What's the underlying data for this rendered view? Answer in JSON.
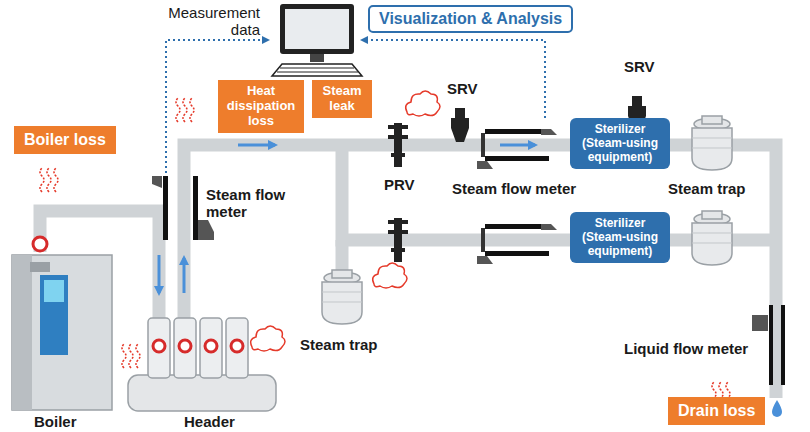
{
  "diagram": {
    "nodes": [
      {
        "text": [
          "Visualization & Analysis"
        ]
      },
      {
        "text": [
          "Heat dissipation loss"
        ]
      },
      {
        "text": [
          "Steam leak"
        ]
      },
      {
        "text": [
          "Boiler loss"
        ]
      },
      {
        "text": [
          "Sterilizer (Steam-using equipment)"
        ]
      },
      {
        "text": [
          "Sterilizer (Steam-using equipment)"
        ]
      },
      {
        "text": [
          "Drain loss"
        ]
      }
    ],
    "labels": [
      "Measurement data",
      "SRV",
      "SRV",
      "Steam flow meter",
      "PRV",
      "Steam flow meter",
      "Steam trap",
      "Steam trap",
      "Liquid flow meter",
      "Boiler",
      "Header"
    ]
  }
}
